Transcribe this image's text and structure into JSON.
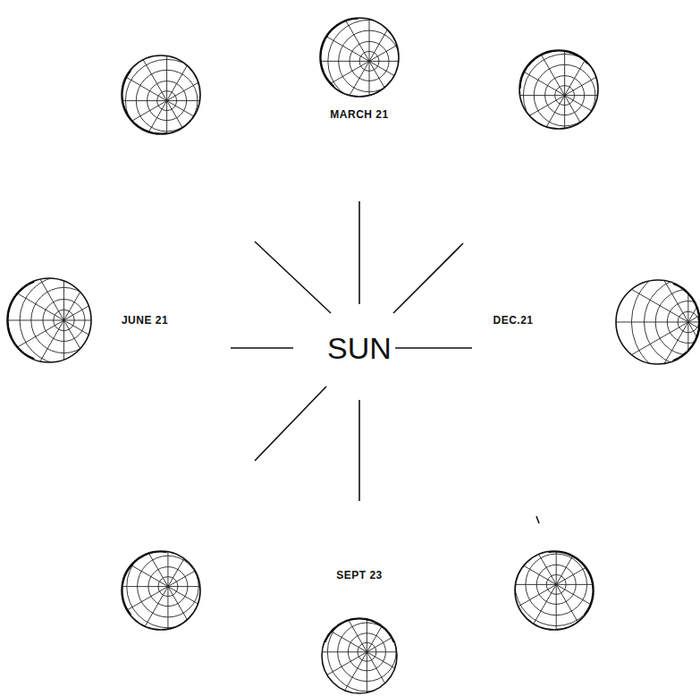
{
  "diagram": {
    "labels": [
      "MARCH 21",
      "JUNE 21",
      "SUN",
      "DEC.21",
      "SEPT 23"
    ]
  }
}
